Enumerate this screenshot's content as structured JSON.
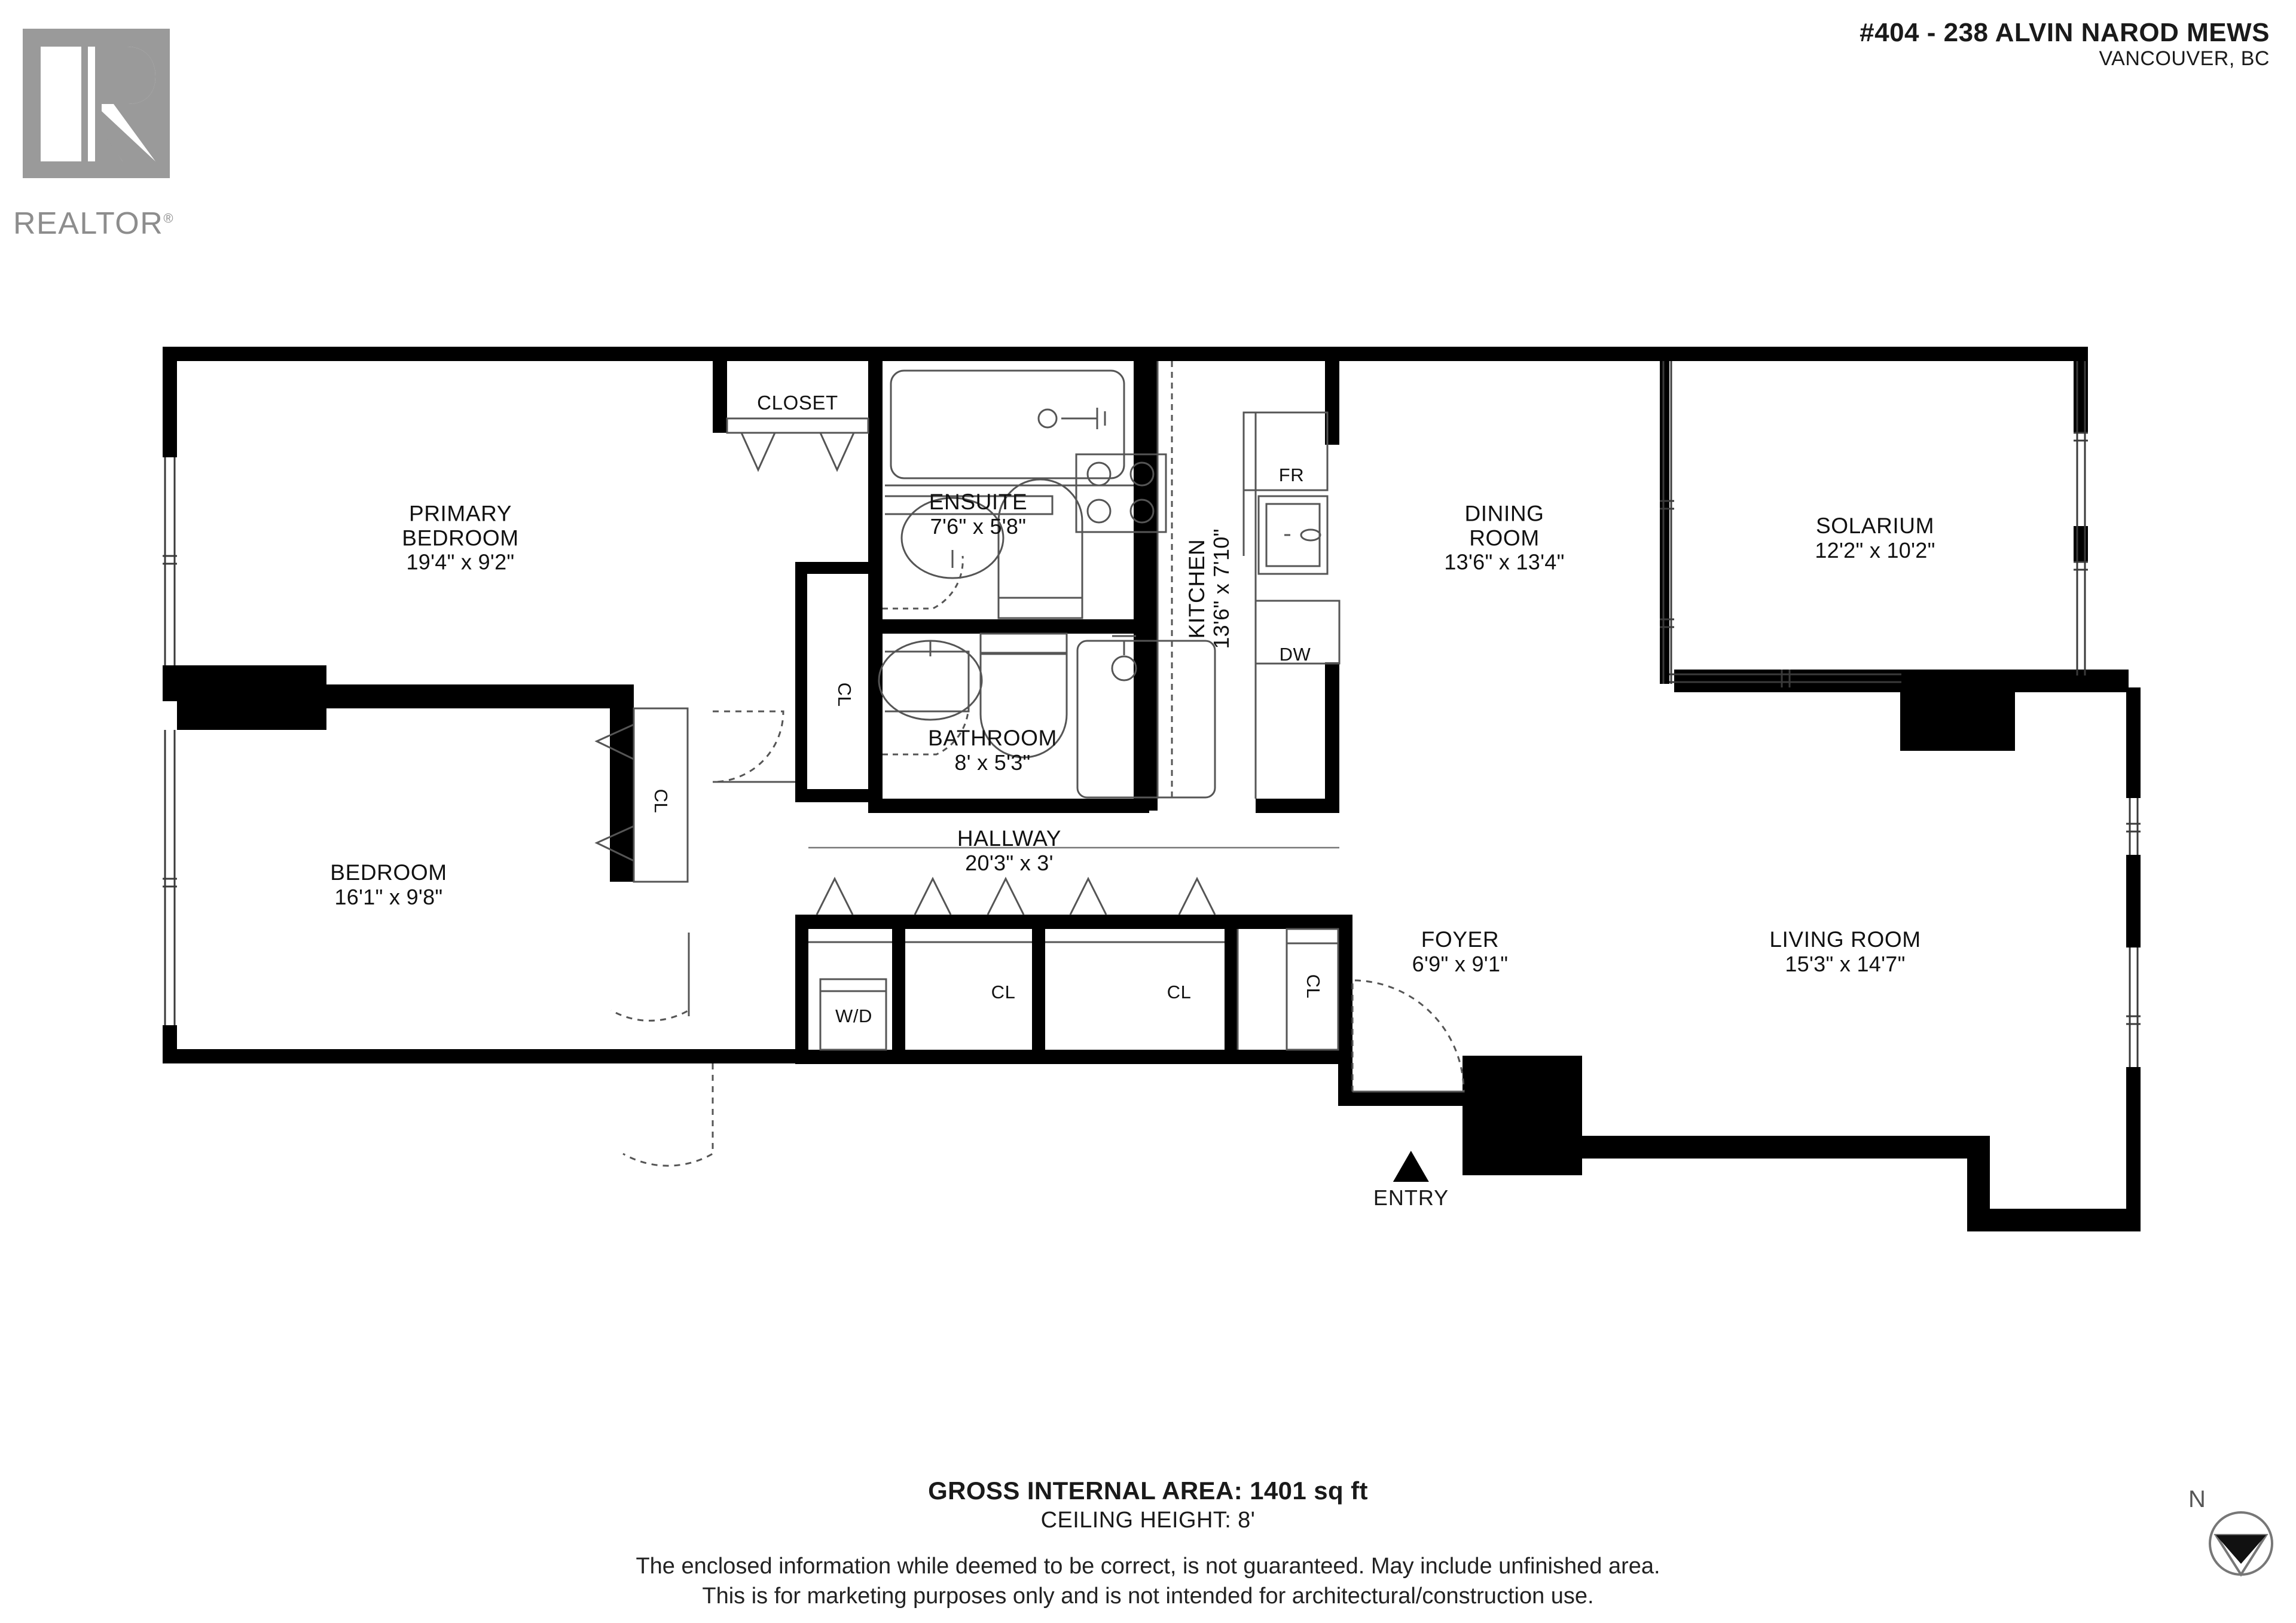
{
  "header": {
    "address_line1": "#404 - 238 ALVIN NAROD MEWS",
    "address_line2": "VANCOUVER, BC"
  },
  "logo": {
    "wordmark": "REALTOR",
    "registered_mark": "®",
    "icon": "realtor-r-logo",
    "color": "#9a9a9a"
  },
  "plan": {
    "rooms": [
      {
        "id": "primary-bedroom",
        "name": "PRIMARY\nBEDROOM",
        "name_l1": "PRIMARY",
        "name_l2": "BEDROOM",
        "dim": "19'4\" x 9'2\""
      },
      {
        "id": "bedroom",
        "name_l1": "BEDROOM",
        "dim": "16'1\" x 9'8\""
      },
      {
        "id": "closet",
        "name_l1": "CLOSET",
        "dim": ""
      },
      {
        "id": "ensuite",
        "name_l1": "ENSUITE",
        "dim": "7'6\" x 5'8\""
      },
      {
        "id": "bathroom",
        "name_l1": "BATHROOM",
        "dim": "8' x 5'3\""
      },
      {
        "id": "hallway",
        "name_l1": "HALLWAY",
        "dim": "20'3\" x 3'"
      },
      {
        "id": "kitchen",
        "name_l1": "KITCHEN",
        "dim": "13'6\" x 7'10\""
      },
      {
        "id": "dining-room",
        "name_l1": "DINING",
        "name_l2": "ROOM",
        "dim": "13'6\" x 13'4\""
      },
      {
        "id": "solarium",
        "name_l1": "SOLARIUM",
        "dim": "12'2\" x 10'2\""
      },
      {
        "id": "living-room",
        "name_l1": "LIVING ROOM",
        "dim": "15'3\" x 14'7\""
      },
      {
        "id": "foyer",
        "name_l1": "FOYER",
        "dim": "6'9\" x 9'1\""
      }
    ],
    "closets": [
      {
        "id": "cl-bedroom",
        "label": "CL"
      },
      {
        "id": "cl-ensuite",
        "label": "CL"
      },
      {
        "id": "cl-hall-1",
        "label": "CL"
      },
      {
        "id": "cl-hall-2",
        "label": "CL"
      },
      {
        "id": "cl-foyer",
        "label": "CL"
      }
    ],
    "appliances": [
      {
        "id": "washer-dryer",
        "label": "W/D"
      },
      {
        "id": "fridge",
        "label": "FR"
      },
      {
        "id": "dishwasher",
        "label": "DW"
      }
    ],
    "entry": {
      "label": "ENTRY",
      "marker": "entry-arrow-icon"
    }
  },
  "footer": {
    "gross_area": "GROSS INTERNAL AREA: 1401 sq ft",
    "ceiling_height": "CEILING HEIGHT: 8'",
    "disclaimer_line1": "The enclosed information while deemed to be correct, is not guaranteed. May include unfinished area.",
    "disclaimer_line2": "This is for marketing purposes only and is not intended for architectural/construction use."
  },
  "compass": {
    "label": "N",
    "icon": "compass-north-icon"
  }
}
